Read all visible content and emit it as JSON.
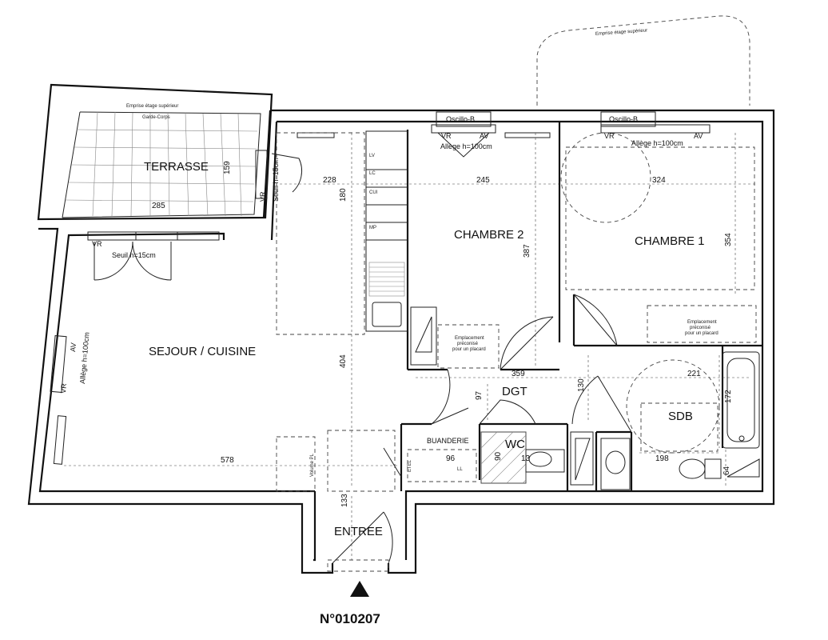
{
  "rooms": {
    "terrasse": "TERRASSE",
    "sejour": "SEJOUR / CUISINE",
    "chambre2": "CHAMBRE 2",
    "chambre1": "CHAMBRE 1",
    "dgt": "DGT",
    "sdb": "SDB",
    "wc": "WC",
    "buanderie": "BUANDERIE",
    "entree": "ENTREE"
  },
  "dimensions": {
    "d285": "285",
    "d159": "159",
    "d228": "228",
    "d180": "180",
    "d245": "245",
    "d387": "387",
    "d324": "324",
    "d354": "354",
    "d404": "404",
    "d578": "578",
    "d359": "359",
    "d97": "97",
    "d130": "130",
    "d221": "221",
    "d172": "172",
    "d96": "96",
    "d90": "90",
    "d13": "13",
    "d198": "198",
    "d64": "64",
    "d133": "133"
  },
  "annotations": {
    "emprise_top": "Emprise étage supérieur",
    "emprise_terrace": "Emprise étage supérieur",
    "garde_corps": "Garde-Corps",
    "oscillo1": "Oscillo-B",
    "oscillo2": "Oscillo-B",
    "vr1": "VR",
    "av1": "AV",
    "allege1": "Allège h=100cm",
    "vr2": "VR",
    "av2": "AV",
    "allege2": "Allège h=100cm",
    "vr_terrace": "VR",
    "seuil_terrace": "Seuil h=15cm",
    "vr_side": "VR",
    "seuil_side": "Seuil h=15cm",
    "vr_left": "VR",
    "av_left": "AV",
    "allege_left": "Allège h=100cm",
    "placard1_l1": "Emplacement",
    "placard1_l2": "préconisé",
    "placard1_l3": "pour un placard",
    "placard2_l1": "Emplacement",
    "placard2_l2": "préconisé",
    "placard2_l3": "pour un placard",
    "lv": "LV",
    "lc": "LC",
    "cui": "CUI",
    "mp": "MP",
    "etel": "ETEL",
    "ll": "LL",
    "volume_pl": "Volume PL"
  },
  "lot_number": "N°010207"
}
